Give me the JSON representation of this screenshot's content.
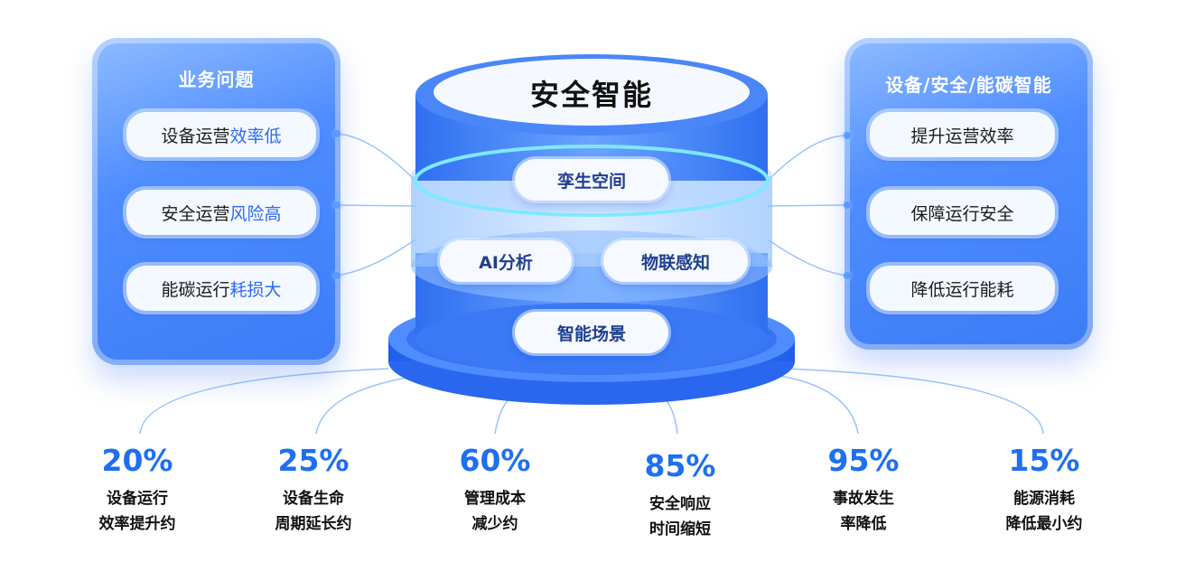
{
  "left_panel": {
    "title": "业务问题",
    "items": [
      {
        "prefix": "设备运营",
        "highlight": "效率低"
      },
      {
        "prefix": "安全运营",
        "highlight": "风险高"
      },
      {
        "prefix": "能碳运行",
        "highlight": "耗损大"
      }
    ]
  },
  "right_panel": {
    "title": "设备/安全/能碳智能",
    "items": [
      "提升运营效率",
      "保障运行安全",
      "降低运行能耗"
    ]
  },
  "core": {
    "title": "安全智能",
    "layers": [
      "孪生空间",
      "AI分析",
      "物联感知",
      "智能场景"
    ]
  },
  "stats": [
    {
      "value": "20%",
      "line1": "设备运行",
      "line2": "效率提升约"
    },
    {
      "value": "25%",
      "line1": "设备生命",
      "line2": "周期延长约"
    },
    {
      "value": "60%",
      "line1": "管理成本",
      "line2": "减少约"
    },
    {
      "value": "85%",
      "line1": "安全响应",
      "line2": "时间缩短"
    },
    {
      "value": "95%",
      "line1": "事故发生",
      "line2": "率降低"
    },
    {
      "value": "15%",
      "line1": "能源消耗",
      "line2": "降低最小约"
    }
  ],
  "colors": {
    "accent": "#1e6ff2",
    "panel": "#4e8cff",
    "highlight": "#2c6bf0"
  }
}
